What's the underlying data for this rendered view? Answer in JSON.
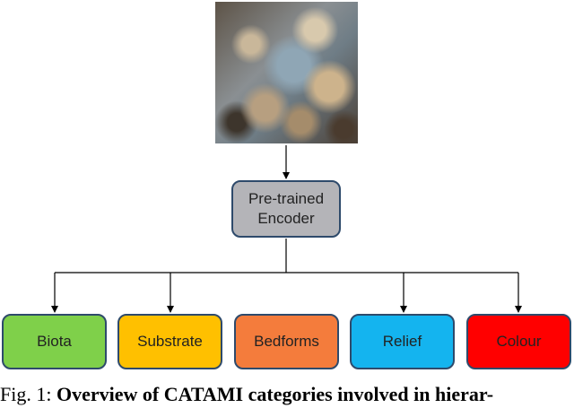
{
  "encoder": {
    "label": "Pre-trained Encoder"
  },
  "categories": [
    {
      "label": "Biota",
      "color": "#7fd04a"
    },
    {
      "label": "Substrate",
      "color": "#ffc000"
    },
    {
      "label": "Bedforms",
      "color": "#f47c3c"
    },
    {
      "label": "Relief",
      "color": "#14b4ef"
    },
    {
      "label": "Colour",
      "color": "#ff0000"
    }
  ],
  "caption": {
    "prefix": "Fig. 1:",
    "bold": "Overview of CATAMI categories involved in hierar-"
  }
}
